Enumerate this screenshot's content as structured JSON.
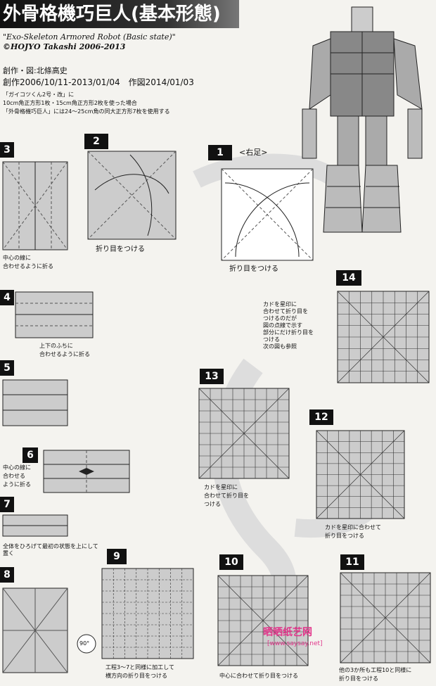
{
  "title": "外骨格機巧巨人(基本形態)",
  "subtitle_en": "\"Exo-Skeleton Armored Robot (Basic state)\"",
  "copyright": "©HOJYO Takashi 2006-2013",
  "credit_line1": "創作・図:北條高史",
  "credit_line2": "創作2006/10/11-2013/01/04　作図2014/01/03",
  "note1": "「ガイコツくん2号・改」に",
  "note2": "10cm角正方形1枚・15cm角正方形2枚を使った場合",
  "note3": "「外骨格機巧巨人」には24〜25cm角の同大正方形7枚を使用する",
  "steps": {
    "s1": "1",
    "s2": "2",
    "s3": "3",
    "s4": "4",
    "s5": "5",
    "s6": "6",
    "s7": "7",
    "s8": "8",
    "s9": "9",
    "s10": "10",
    "s11": "11",
    "s12": "12",
    "s13": "13",
    "s14": "14"
  },
  "step1_label": "<右足>",
  "step1_caption": "折り目をつける",
  "step2_caption": "折り目をつける",
  "step3_caption_a": "中心の線に",
  "step3_caption_b": "合わせるように折る",
  "step4_caption_a": "上下のふちに",
  "step4_caption_b": "合わせるように折る",
  "step6_caption_a": "中心の線に",
  "step6_caption_b": "合わせる",
  "step6_caption_c": "ように折る",
  "step7_caption": "全体をひろげて最初の状態を上にして置く",
  "step8_rotate": "90°",
  "step9_caption_a": "工程3〜7と同様に加工して",
  "step9_caption_b": "横方向の折り目をつける",
  "step10_caption": "中心に合わせて折り目をつける",
  "step11_caption_a": "他の3か所も工程10と同様に",
  "step11_caption_b": "折り目をつける",
  "step12_caption_a": "カドを星印に合わせて",
  "step12_caption_b": "折り目をつける",
  "step13_caption_a": "カドを星印に",
  "step13_caption_b": "合わせて折り目を",
  "step13_caption_c": "つける",
  "step14_note": [
    "カドを星印に",
    "合わせて折り目を",
    "つけるのだが",
    "図の点線で示す",
    "部分にだけ折り目を",
    "つける",
    "次の図も参照"
  ],
  "watermark_a": "晒晒纸艺网",
  "watermark_b": "[www.saysay.net]"
}
